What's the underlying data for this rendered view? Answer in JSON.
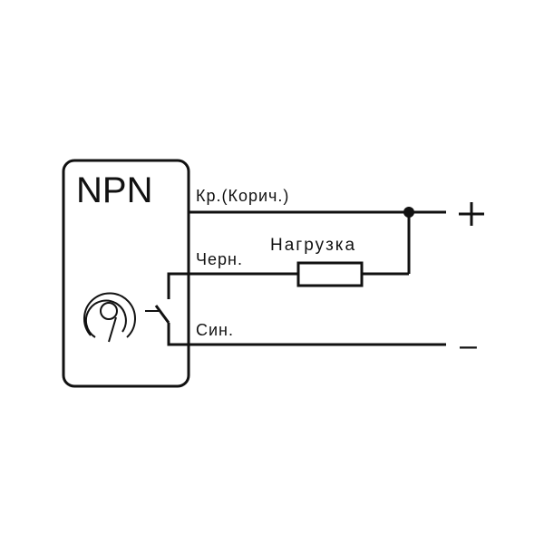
{
  "title": "NPN",
  "wires": {
    "brown": "Кр.(Корич.)",
    "black": "Черн.",
    "blue": "Син."
  },
  "load_label": "Нагрузка",
  "terminals": {
    "plus": "+",
    "minus": "–"
  },
  "colors": {
    "line": "#111111",
    "background": "#ffffff"
  }
}
